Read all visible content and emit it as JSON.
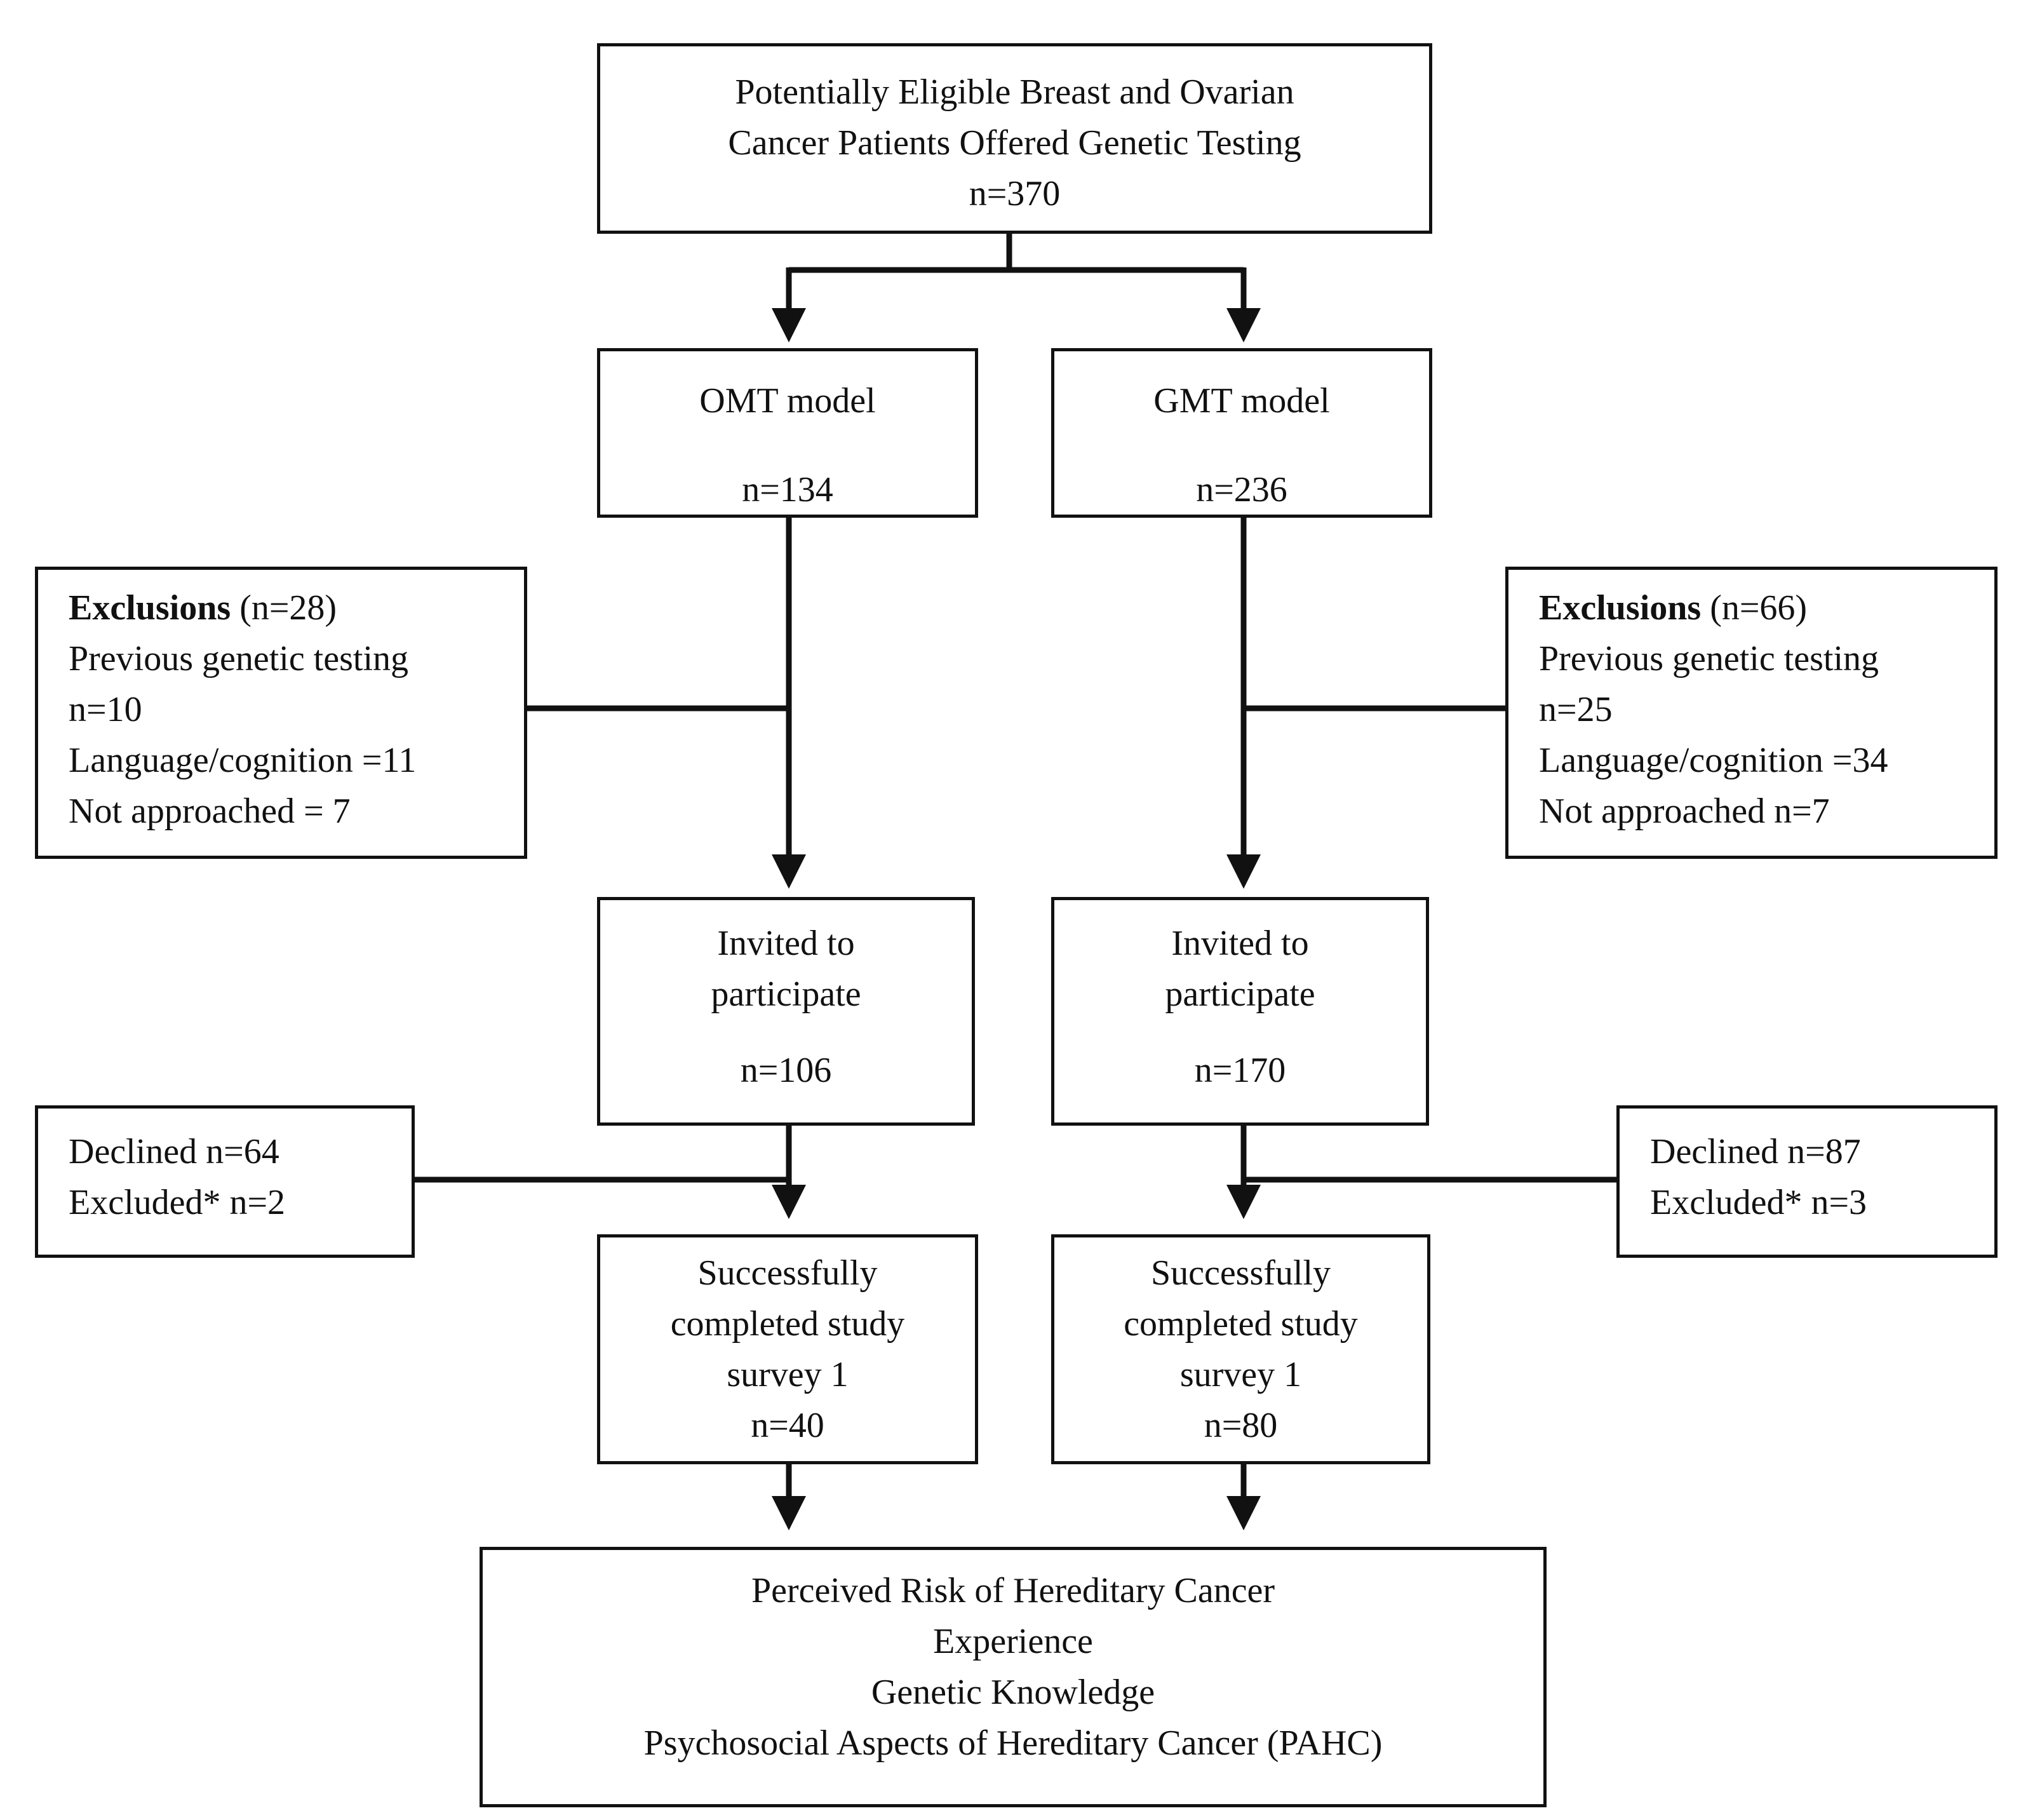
{
  "top": {
    "line1": "Potentially Eligible Breast and Ovarian",
    "line2": "Cancer Patients Offered Genetic Testing",
    "count": "n=370"
  },
  "omt_model": {
    "title": "OMT model",
    "count": "n=134"
  },
  "gmt_model": {
    "title": "GMT model",
    "count": "n=236"
  },
  "omt_exclusions": {
    "heading": "Exclusions",
    "heading_count": " (n=28)",
    "line1": "Previous genetic testing",
    "line2": "n=10",
    "line3": "Language/cognition =11",
    "line4": "Not approached = 7"
  },
  "gmt_exclusions": {
    "heading": "Exclusions",
    "heading_count": " (n=66)",
    "line1": "Previous genetic testing",
    "line2": "n=25",
    "line3": "Language/cognition =34",
    "line4": "Not approached n=7"
  },
  "omt_invited": {
    "line1": "Invited to",
    "line2": "participate",
    "count": "n=106"
  },
  "gmt_invited": {
    "line1": "Invited to",
    "line2": "participate",
    "count": "n=170"
  },
  "omt_declined": {
    "line1": "Declined n=64",
    "line2": "Excluded* n=2"
  },
  "gmt_declined": {
    "line1": "Declined n=87",
    "line2": "Excluded* n=3"
  },
  "omt_completed": {
    "line1": "Successfully",
    "line2": "completed study",
    "line3": "survey 1",
    "count": "n=40"
  },
  "gmt_completed": {
    "line1": "Successfully",
    "line2": "completed study",
    "line3": "survey 1",
    "count": "n=80"
  },
  "outcomes": {
    "line1": "Perceived Risk of Hereditary Cancer",
    "line2": "Experience",
    "line3": "Genetic Knowledge",
    "line4": "Psychosocial Aspects of Hereditary Cancer (PAHC)"
  }
}
